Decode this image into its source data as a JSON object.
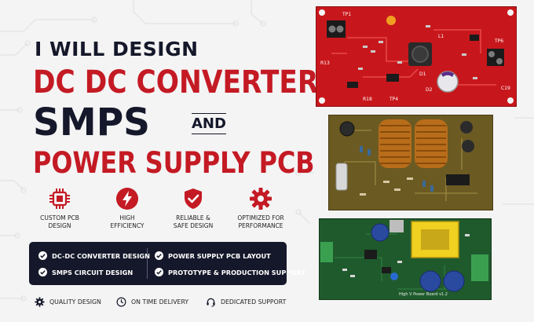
{
  "headline": {
    "line1": "I WILL DESIGN",
    "line2": "DC DC CONVERTER",
    "line3": "SMPS",
    "and": "AND",
    "line4": "POWER SUPPLY PCB"
  },
  "features": [
    {
      "icon": "chip-icon",
      "label": "CUSTOM PCB\nDESIGN"
    },
    {
      "icon": "lightning-icon",
      "label": "HIGH\nEFFICIENCY"
    },
    {
      "icon": "shield-check-icon",
      "label": "RELIABLE &\nSAFE DESIGN"
    },
    {
      "icon": "gear-icon",
      "label": "OPTIMIZED FOR\nPERFORMANCE"
    }
  ],
  "services": [
    "DC-DC CONVERTER DESIGN",
    "SMPS CIRCUIT DESIGN",
    "POWER SUPPLY PCB LAYOUT",
    "PROTOTYPE & PRODUCTION SUPPORT"
  ],
  "bottom": [
    {
      "icon": "gear-icon",
      "label": "QUALITY DESIGN"
    },
    {
      "icon": "clock-icon",
      "label": "ON TIME DELIVERY"
    },
    {
      "icon": "headset-icon",
      "label": "DEDICATED SUPPORT"
    }
  ],
  "pcb_labels": {
    "red_tp1": "TP1",
    "red_tp6": "TP6",
    "red_l1": "L1",
    "red_d1": "D1",
    "red_d2": "D2",
    "red_r13": "R13",
    "red_r18": "R18",
    "red_tp4": "TP4",
    "red_c19": "C19",
    "green_label": "High V Power Board v1.2"
  },
  "colors": {
    "navy": "#15182a",
    "red": "#c41a24",
    "pcb_red": "#c8171c",
    "pcb_brown": "#6b5a22",
    "pcb_green": "#1f5a2c"
  }
}
